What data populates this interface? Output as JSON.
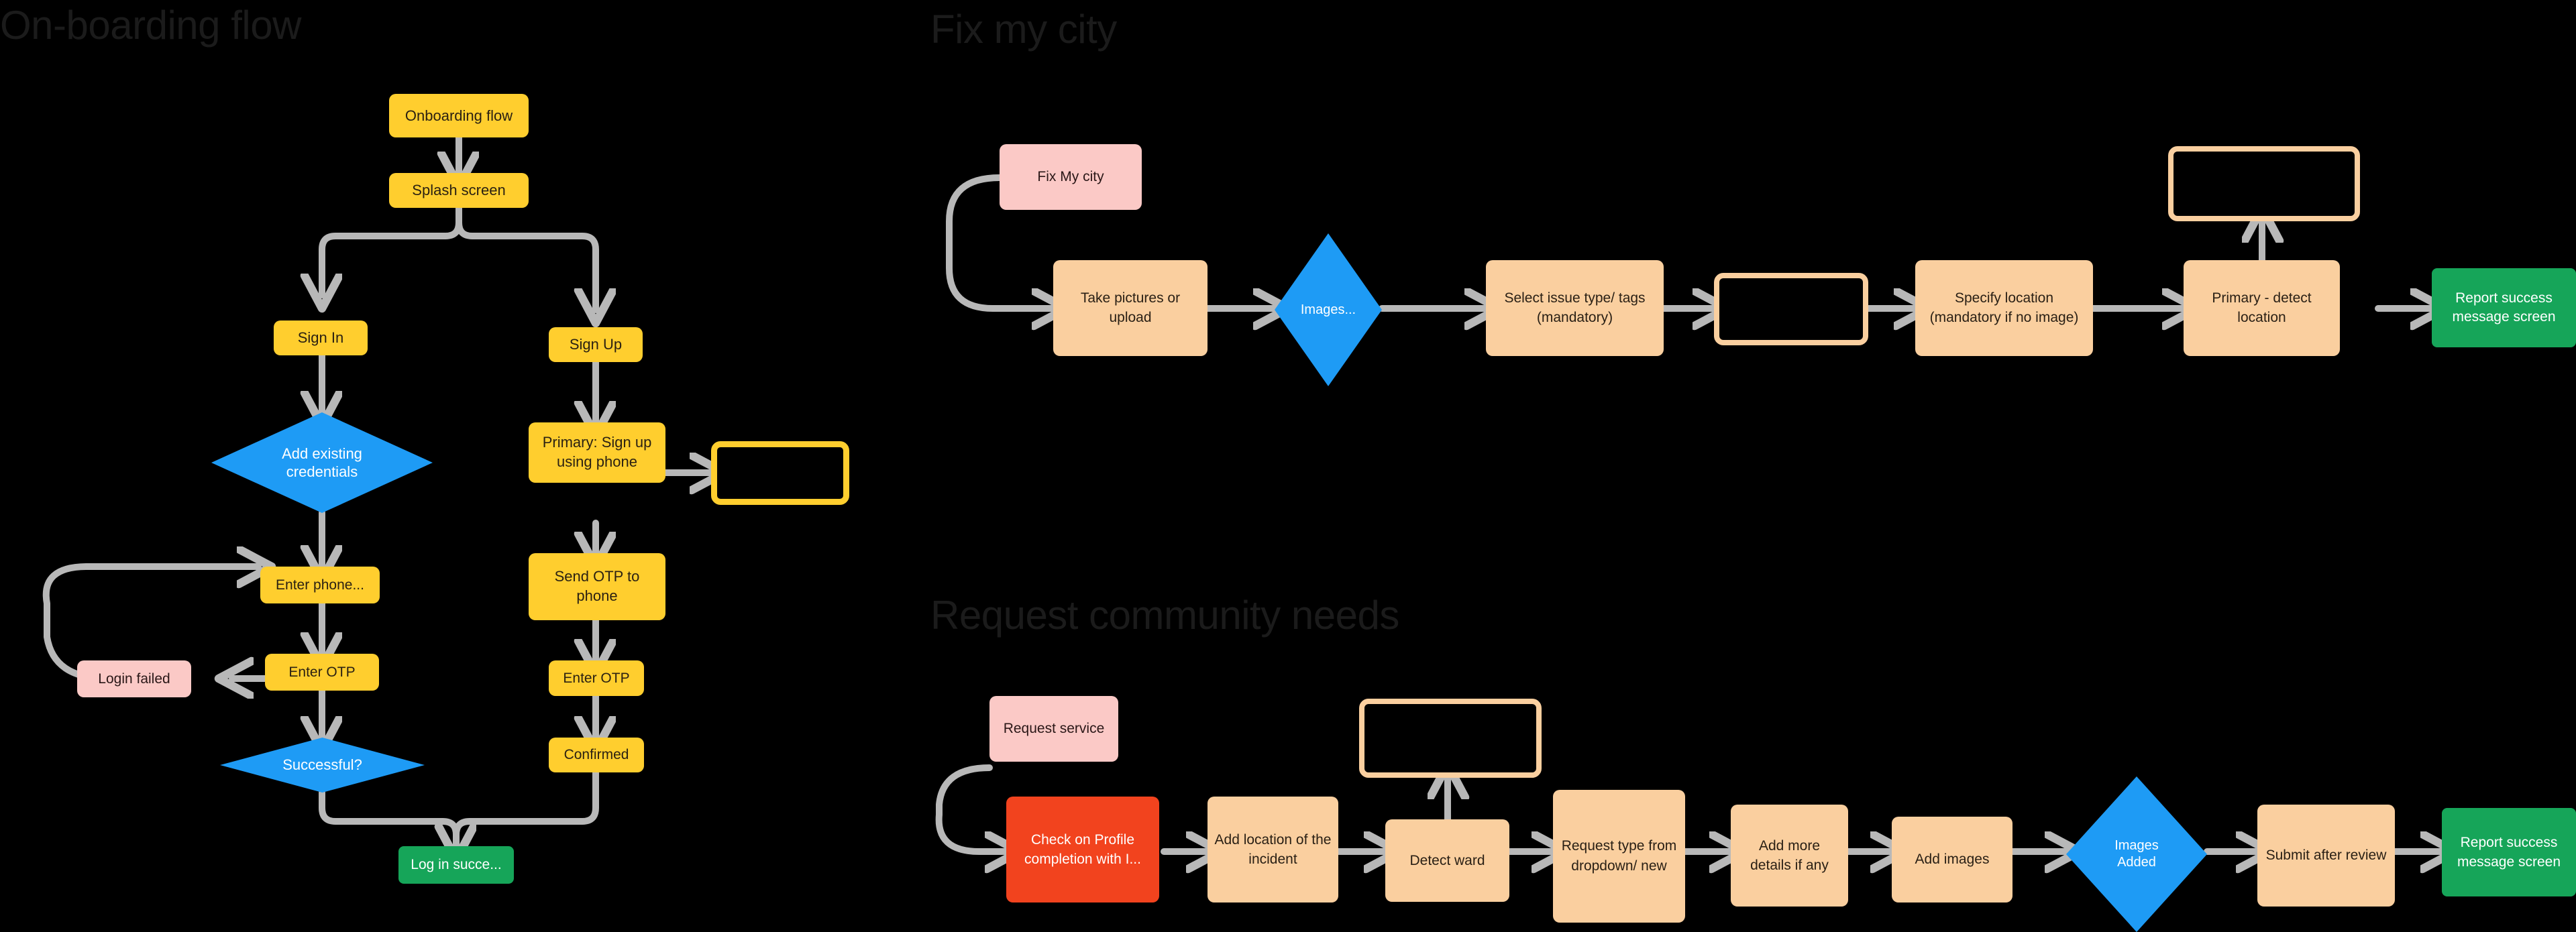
{
  "page": {
    "background": "#000000",
    "palette": {
      "yellow": "#FFCE2E",
      "peach": "#FACF9F",
      "pink": "#FBC9C6",
      "green": "#16A559",
      "red": "#F2431E",
      "blue": "#1E9BF5",
      "edge": "#B8B8B8",
      "title_text": "#1b1b1b"
    }
  },
  "sections": [
    {
      "id": "onboarding",
      "title": "On-boarding flow"
    },
    {
      "id": "fixmycity",
      "title": "Fix my city"
    },
    {
      "id": "community",
      "title": "Request community needs"
    }
  ],
  "onboarding": {
    "nodes": [
      {
        "id": "ob-onboarding-flow",
        "label": "Onboarding flow",
        "shape": "rect",
        "color": "yellow"
      },
      {
        "id": "ob-splash-screen",
        "label": "Splash screen",
        "shape": "rect",
        "color": "yellow"
      },
      {
        "id": "ob-sign-in",
        "label": "Sign In",
        "shape": "rect",
        "color": "yellow"
      },
      {
        "id": "ob-sign-up",
        "label": "Sign Up",
        "shape": "rect",
        "color": "yellow"
      },
      {
        "id": "ob-add-existing-credentials",
        "label": "Add existing credentials",
        "shape": "diamond",
        "color": "blue"
      },
      {
        "id": "ob-primary-sign-up-using-phone",
        "label": "Primary: Sign up using phone",
        "shape": "rect",
        "color": "yellow"
      },
      {
        "id": "ob-empty-yellow-note",
        "label": "",
        "shape": "rect",
        "color": "outline-yellow"
      },
      {
        "id": "ob-enter-phone",
        "label": "Enter phone...",
        "shape": "rect",
        "color": "yellow"
      },
      {
        "id": "ob-send-otp-to-phone",
        "label": "Send OTP to phone",
        "shape": "rect",
        "color": "yellow"
      },
      {
        "id": "ob-login-failed",
        "label": "Login failed",
        "shape": "rect",
        "color": "pink"
      },
      {
        "id": "ob-enter-otp-left",
        "label": "Enter OTP",
        "shape": "rect",
        "color": "yellow"
      },
      {
        "id": "ob-enter-otp-right",
        "label": "Enter OTP",
        "shape": "rect",
        "color": "yellow"
      },
      {
        "id": "ob-successful",
        "label": "Successful?",
        "shape": "diamond",
        "color": "blue"
      },
      {
        "id": "ob-confirmed",
        "label": "Confirmed",
        "shape": "rect",
        "color": "yellow"
      },
      {
        "id": "ob-log-in-success",
        "label": "Log in succe...",
        "shape": "rect",
        "color": "green"
      }
    ]
  },
  "fixmycity": {
    "nodes": [
      {
        "id": "fc-fix-my-city",
        "label": "Fix My city",
        "shape": "rect",
        "color": "pink"
      },
      {
        "id": "fc-take-pictures",
        "label": "Take pictures or upload",
        "shape": "rect",
        "color": "peach"
      },
      {
        "id": "fc-images",
        "label": "Images...",
        "shape": "diamond",
        "color": "blue"
      },
      {
        "id": "fc-select-issue-type",
        "label": "Select issue type/ tags (mandatory)",
        "shape": "rect",
        "color": "peach"
      },
      {
        "id": "fc-empty-note-1",
        "label": "",
        "shape": "rect",
        "color": "outline-peach"
      },
      {
        "id": "fc-specify-location",
        "label": "Specify location (mandatory if no image)",
        "shape": "rect",
        "color": "peach"
      },
      {
        "id": "fc-primary-detect-location",
        "label": "Primary - detect location",
        "shape": "rect",
        "color": "peach"
      },
      {
        "id": "fc-empty-note-2",
        "label": "",
        "shape": "rect",
        "color": "outline-peach"
      },
      {
        "id": "fc-report-success",
        "label": "Report success message screen",
        "shape": "rect",
        "color": "green"
      }
    ]
  },
  "community": {
    "nodes": [
      {
        "id": "cn-request-service",
        "label": "Request service",
        "shape": "rect",
        "color": "pink"
      },
      {
        "id": "cn-check-profile",
        "label": "Check on Profile completion with I...",
        "shape": "rect",
        "color": "red"
      },
      {
        "id": "cn-add-location",
        "label": "Add location of the incident",
        "shape": "rect",
        "color": "peach"
      },
      {
        "id": "cn-detect-ward",
        "label": "Detect ward",
        "shape": "rect",
        "color": "peach"
      },
      {
        "id": "cn-empty-note",
        "label": "",
        "shape": "rect",
        "color": "outline-peach"
      },
      {
        "id": "cn-request-type",
        "label": "Request type from dropdown/ new",
        "shape": "rect",
        "color": "peach"
      },
      {
        "id": "cn-add-more-details",
        "label": "Add more details if any",
        "shape": "rect",
        "color": "peach"
      },
      {
        "id": "cn-add-images",
        "label": "Add images",
        "shape": "rect",
        "color": "peach"
      },
      {
        "id": "cn-images-added",
        "label": "Images Added",
        "shape": "diamond",
        "color": "blue"
      },
      {
        "id": "cn-submit-after-review",
        "label": "Submit after review",
        "shape": "rect",
        "color": "peach"
      },
      {
        "id": "cn-report-success",
        "label": "Report success message screen",
        "shape": "rect",
        "color": "green"
      }
    ]
  }
}
